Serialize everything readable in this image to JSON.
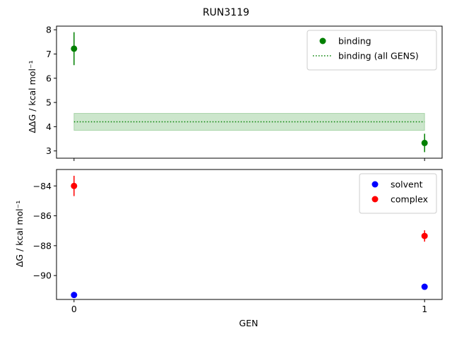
{
  "chart_data": [
    {
      "title": "RUN3119",
      "type": "scatter",
      "ylabel": "ΔΔG / kcal mol⁻¹",
      "xlabel": "",
      "x": [
        0,
        1
      ],
      "xlim": [
        -0.05,
        1.05
      ],
      "ylim": [
        2.7,
        8.15
      ],
      "yticks": [
        3,
        4,
        5,
        6,
        7,
        8
      ],
      "series": [
        {
          "name": "binding",
          "kind": "points-with-errorbars",
          "color": "#008000",
          "x": [
            0,
            1
          ],
          "y": [
            7.22,
            3.33
          ],
          "yerr": [
            0.68,
            0.38
          ]
        },
        {
          "name": "binding (all GENS)",
          "kind": "dotted-line-with-band",
          "color": "#008000",
          "x": [
            0,
            1
          ],
          "y": 4.2,
          "band": [
            3.85,
            4.55
          ]
        }
      ],
      "legend_position": "top-right",
      "grid": false
    },
    {
      "type": "scatter",
      "ylabel": "ΔG / kcal mol⁻¹",
      "xlabel": "GEN",
      "x": [
        0,
        1
      ],
      "xlim": [
        -0.05,
        1.05
      ],
      "ylim": [
        -91.6,
        -82.9
      ],
      "xticks": [
        0,
        1
      ],
      "yticks": [
        -84,
        -86,
        -88,
        -90
      ],
      "series": [
        {
          "name": "solvent",
          "kind": "points",
          "color": "#0000ff",
          "x": [
            0,
            1
          ],
          "y": [
            -91.3,
            -90.75
          ],
          "yerr": [
            0,
            0
          ]
        },
        {
          "name": "complex",
          "kind": "points-with-errorbars",
          "color": "#ff0000",
          "x": [
            0,
            1
          ],
          "y": [
            -84.0,
            -87.35
          ],
          "yerr": [
            0.68,
            0.38
          ]
        }
      ],
      "legend_position": "top-right",
      "grid": false
    }
  ]
}
